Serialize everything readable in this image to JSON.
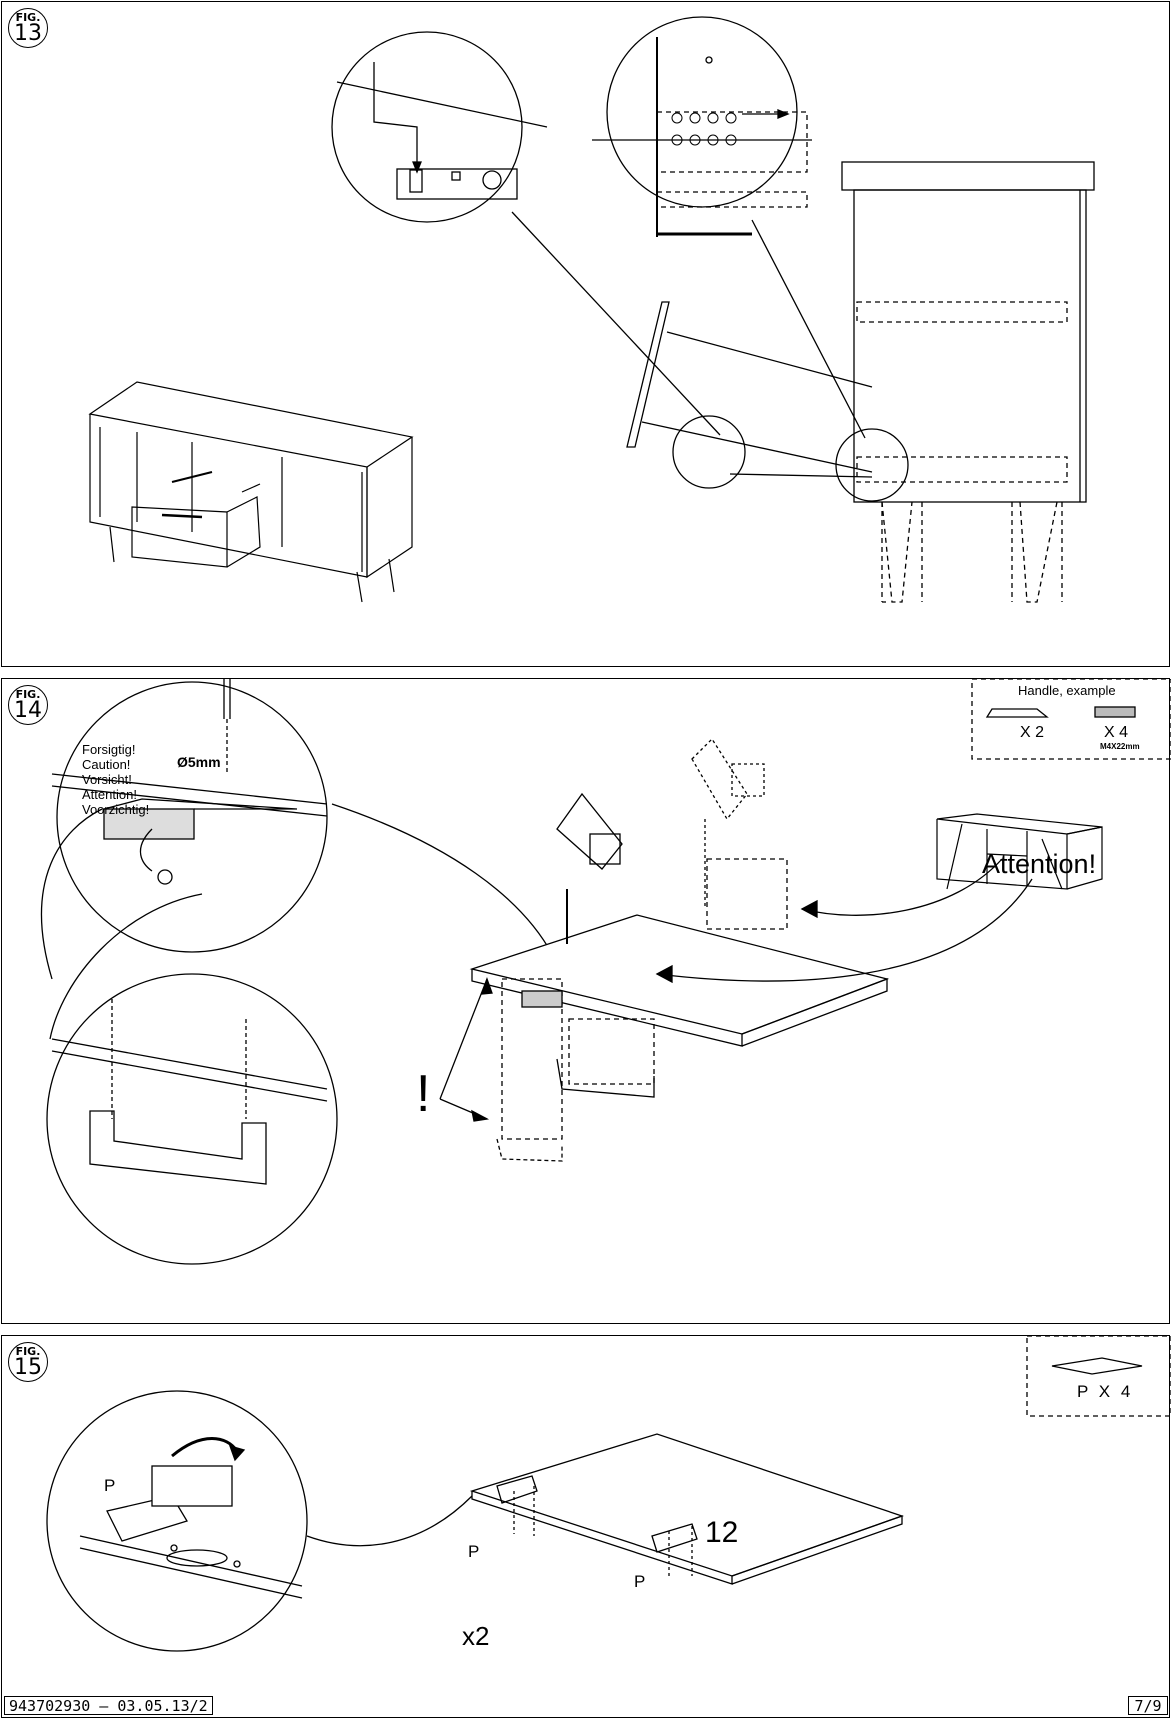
{
  "figures": [
    {
      "label": "FIG.",
      "number": "13"
    },
    {
      "label": "FIG.",
      "number": "14"
    },
    {
      "label": "FIG.",
      "number": "15"
    }
  ],
  "fig14": {
    "warnings": [
      "Forsigtig!",
      "Caution!",
      "Vorsicht!",
      "Attention!",
      "Voorzichtig!"
    ],
    "drill_size": "Ø5mm",
    "attention": "Attention!",
    "exclamation": "!",
    "parts_box": {
      "title": "Handle, example",
      "handle_qty": "X 2",
      "screw_qty": "X 4",
      "screw_spec": "M4X22mm"
    }
  },
  "fig15": {
    "hinge_label": "P",
    "parts_box_text": "P X 4",
    "part_number": "12",
    "multiplier": "x2"
  },
  "footer": {
    "doc_id": "943702930 – 03.05.13/2",
    "page": "7/9"
  }
}
